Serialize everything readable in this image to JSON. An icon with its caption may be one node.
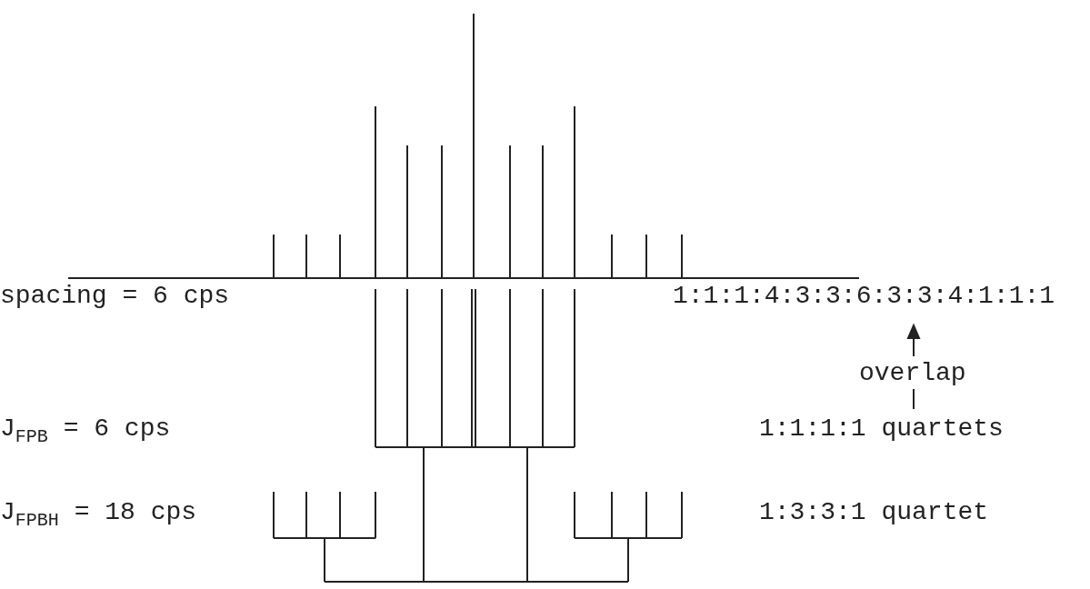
{
  "diagram": {
    "labels": [
      "spacing = 6 cps",
      "1:1:1:4:3:3:6:3:3:4:1:1:1",
      "overlap",
      "J$_{FPB}$ = 6 cps",
      "1:1:1:1 quartets",
      "J$_{FPBH}$ = 18 cps",
      "1:3:3:1 quartet"
    ]
  }
}
